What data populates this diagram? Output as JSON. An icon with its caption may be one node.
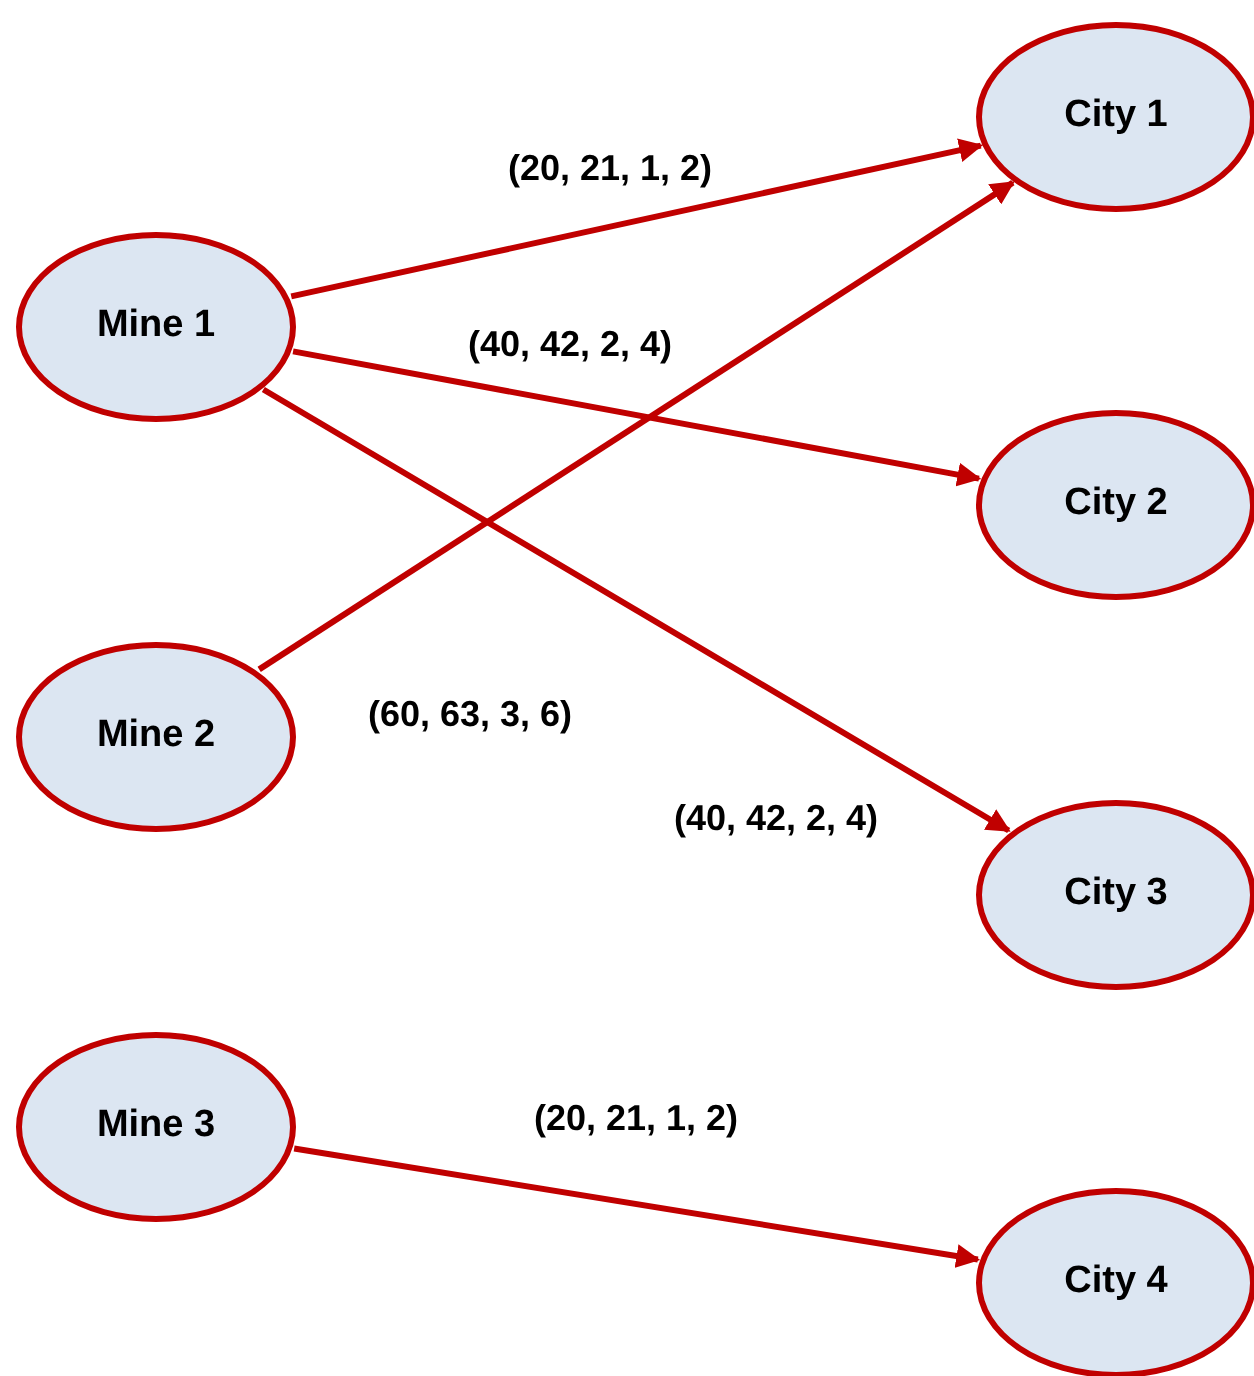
{
  "diagram": {
    "nodes": [
      {
        "text": [
          "Mine 1"
        ]
      },
      {
        "text": [
          "Mine 2"
        ]
      },
      {
        "text": [
          "Mine 3"
        ]
      },
      {
        "text": [
          "City 1"
        ]
      },
      {
        "text": [
          "City 2"
        ]
      },
      {
        "text": [
          "City 3"
        ]
      },
      {
        "text": [
          "City 4"
        ]
      }
    ],
    "edges": [
      {
        "from": 0,
        "to": 3,
        "arrow": "to",
        "label": "(20, 21, 1, 2)"
      },
      {
        "from": 0,
        "to": 4,
        "arrow": "to",
        "label": "(40, 42, 2, 4)"
      },
      {
        "from": 0,
        "to": 5,
        "arrow": "to",
        "label": "(40, 42, 2, 4)"
      },
      {
        "from": 1,
        "to": 3,
        "arrow": "to",
        "label": "(60, 63, 3, 6)"
      },
      {
        "from": 2,
        "to": 6,
        "arrow": "to",
        "label": "(20, 21, 1, 2)"
      }
    ]
  }
}
